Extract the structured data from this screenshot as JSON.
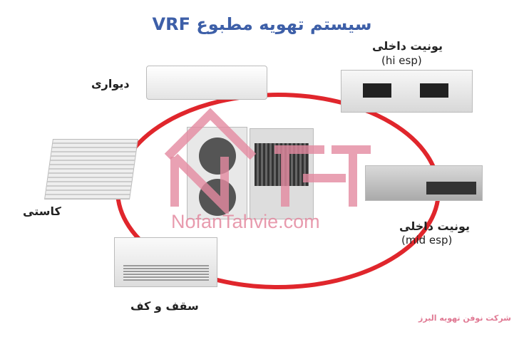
{
  "title": "سیستم تهویه مطبوع VRF",
  "units": {
    "wall": "دیواری",
    "hi_esp": {
      "label": "یونیت داخلی",
      "sub": "(hi esp)"
    },
    "cassette": "کاستی",
    "mid_esp": {
      "label": "یونیت داخلی",
      "sub": "(mid esp)"
    },
    "floor_ceiling": "سقف و کف"
  },
  "watermark": "NofanTahvie.com",
  "footer": "شرکت نوفن تهویه البرز",
  "colors": {
    "title": "#3d5fa8",
    "loop": "#e0262c",
    "watermark": "#e48aa0"
  }
}
